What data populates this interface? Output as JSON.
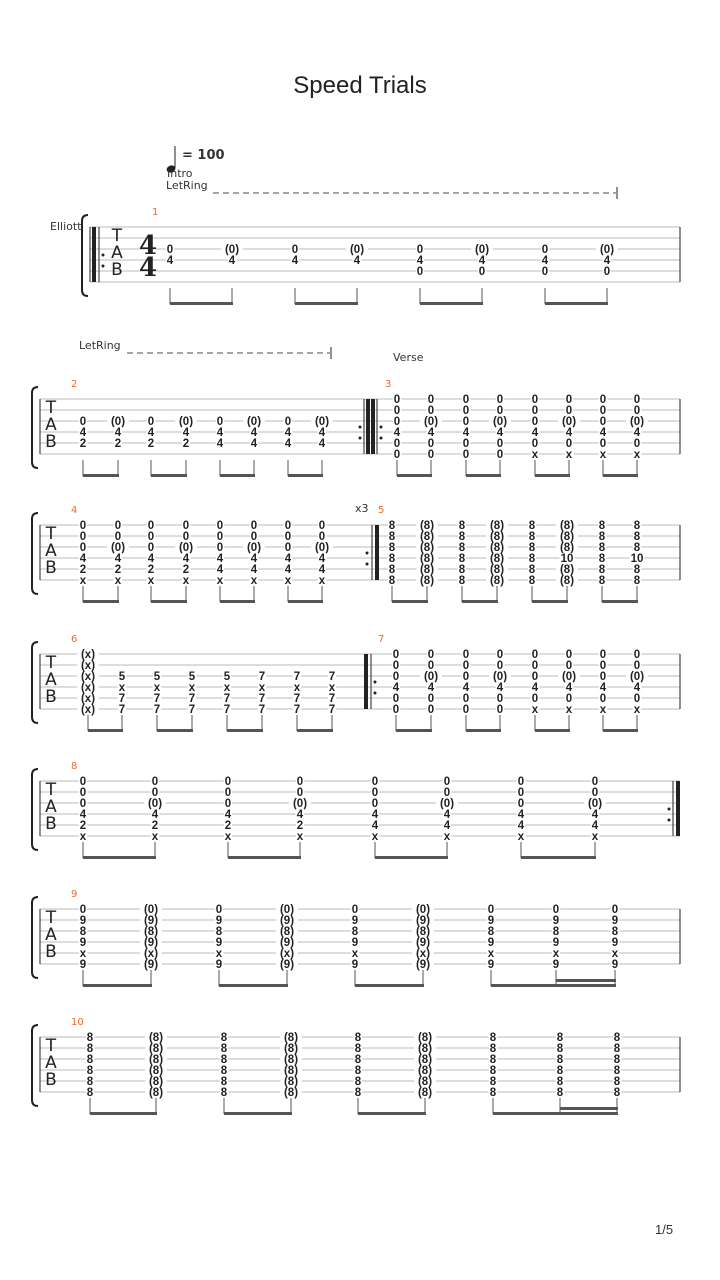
{
  "title": "Speed Trials",
  "page": "1/5",
  "track_name": "Elliott",
  "tempo": "= 100",
  "clef_letters": [
    "T",
    "A",
    "B"
  ],
  "time_signature": {
    "top": "4",
    "bottom": "4"
  },
  "sections": {
    "intro": "Intro",
    "verse": "Verse"
  },
  "let_ring_label": "LetRing",
  "repeat_count": "x3",
  "colors": {
    "measure_number": "#f06a2a",
    "staff": "#bbbbbb",
    "ink": "#222222"
  },
  "measures": [
    {
      "number": "1",
      "beams": [
        [
          0,
          1
        ],
        [
          2,
          3
        ],
        [
          4,
          5
        ],
        [
          6,
          7
        ]
      ],
      "beats": [
        [
          "",
          "",
          "0",
          "4",
          "",
          ""
        ],
        [
          "",
          "",
          "(0)",
          "4",
          "",
          ""
        ],
        [
          "",
          "",
          "0",
          "4",
          "",
          ""
        ],
        [
          "",
          "",
          "(0)",
          "4",
          "",
          ""
        ],
        [
          "",
          "",
          "0",
          "4",
          "0",
          ""
        ],
        [
          "",
          "",
          "(0)",
          "4",
          "0",
          ""
        ],
        [
          "",
          "",
          "0",
          "4",
          "0",
          ""
        ],
        [
          "",
          "",
          "(0)",
          "4",
          "0",
          ""
        ]
      ]
    },
    {
      "number": "2",
      "beams": [
        [
          0,
          1
        ],
        [
          2,
          3
        ],
        [
          4,
          5
        ],
        [
          6,
          7
        ]
      ],
      "beats": [
        [
          "",
          "",
          "0",
          "4",
          "2",
          ""
        ],
        [
          "",
          "",
          "(0)",
          "4",
          "2",
          ""
        ],
        [
          "",
          "",
          "0",
          "4",
          "2",
          ""
        ],
        [
          "",
          "",
          "(0)",
          "4",
          "2",
          ""
        ],
        [
          "",
          "",
          "0",
          "4",
          "4",
          ""
        ],
        [
          "",
          "",
          "(0)",
          "4",
          "4",
          ""
        ],
        [
          "",
          "",
          "0",
          "4",
          "4",
          ""
        ],
        [
          "",
          "",
          "(0)",
          "4",
          "4",
          ""
        ]
      ]
    },
    {
      "number": "3",
      "beams": [
        [
          0,
          1
        ],
        [
          2,
          3
        ],
        [
          4,
          5
        ],
        [
          6,
          7
        ]
      ],
      "beats": [
        [
          "0",
          "0",
          "0",
          "4",
          "0",
          "0"
        ],
        [
          "0",
          "0",
          "(0)",
          "4",
          "0",
          "0"
        ],
        [
          "0",
          "0",
          "0",
          "4",
          "0",
          "0"
        ],
        [
          "0",
          "0",
          "(0)",
          "4",
          "0",
          "0"
        ],
        [
          "0",
          "0",
          "0",
          "4",
          "0",
          "x"
        ],
        [
          "0",
          "0",
          "(0)",
          "4",
          "0",
          "x"
        ],
        [
          "0",
          "0",
          "0",
          "4",
          "0",
          "x"
        ],
        [
          "0",
          "0",
          "(0)",
          "4",
          "0",
          "x"
        ]
      ]
    },
    {
      "number": "4",
      "beams": [
        [
          0,
          1
        ],
        [
          2,
          3
        ],
        [
          4,
          5
        ],
        [
          6,
          7
        ]
      ],
      "beats": [
        [
          "0",
          "0",
          "0",
          "4",
          "2",
          "x"
        ],
        [
          "0",
          "0",
          "(0)",
          "4",
          "2",
          "x"
        ],
        [
          "0",
          "0",
          "0",
          "4",
          "2",
          "x"
        ],
        [
          "0",
          "0",
          "(0)",
          "4",
          "2",
          "x"
        ],
        [
          "0",
          "0",
          "0",
          "4",
          "4",
          "x"
        ],
        [
          "0",
          "0",
          "(0)",
          "4",
          "4",
          "x"
        ],
        [
          "0",
          "0",
          "0",
          "4",
          "4",
          "x"
        ],
        [
          "0",
          "0",
          "(0)",
          "4",
          "4",
          "x"
        ]
      ]
    },
    {
      "number": "5",
      "beams": [
        [
          0,
          1
        ],
        [
          2,
          3
        ],
        [
          4,
          5
        ],
        [
          6,
          7
        ]
      ],
      "beats": [
        [
          "8",
          "8",
          "8",
          "8",
          "8",
          "8"
        ],
        [
          "(8)",
          "(8)",
          "(8)",
          "(8)",
          "(8)",
          "(8)"
        ],
        [
          "8",
          "8",
          "8",
          "8",
          "8",
          "8"
        ],
        [
          "(8)",
          "(8)",
          "(8)",
          "(8)",
          "(8)",
          "(8)"
        ],
        [
          "8",
          "8",
          "8",
          "8",
          "8",
          "8"
        ],
        [
          "(8)",
          "(8)",
          "(8)",
          "10",
          "(8)",
          "(8)"
        ],
        [
          "8",
          "8",
          "8",
          "8",
          "8",
          "8"
        ],
        [
          "8",
          "8",
          "8",
          "10",
          "8",
          "8"
        ]
      ]
    },
    {
      "number": "6",
      "beams": [
        [
          0,
          1
        ],
        [
          2,
          3
        ],
        [
          4,
          5
        ],
        [
          6,
          7
        ]
      ],
      "beats": [
        [
          "(x)",
          "(x)",
          "(x)",
          "(x)",
          "(x)",
          "(x)"
        ],
        [
          "",
          "",
          "5",
          "x",
          "7",
          "7"
        ],
        [
          "",
          "",
          "5",
          "x",
          "7",
          "7"
        ],
        [
          "",
          "",
          "5",
          "x",
          "7",
          "7"
        ],
        [
          "",
          "",
          "5",
          "x",
          "7",
          "7"
        ],
        [
          "",
          "",
          "7",
          "x",
          "7",
          "7"
        ],
        [
          "",
          "",
          "7",
          "x",
          "7",
          "7"
        ],
        [
          "",
          "",
          "7",
          "x",
          "7",
          "7"
        ]
      ]
    },
    {
      "number": "7",
      "beams": [
        [
          0,
          1
        ],
        [
          2,
          3
        ],
        [
          4,
          5
        ],
        [
          6,
          7
        ]
      ],
      "beats": [
        [
          "0",
          "0",
          "0",
          "4",
          "0",
          "0"
        ],
        [
          "0",
          "0",
          "(0)",
          "4",
          "0",
          "0"
        ],
        [
          "0",
          "0",
          "0",
          "4",
          "0",
          "0"
        ],
        [
          "0",
          "0",
          "(0)",
          "4",
          "0",
          "0"
        ],
        [
          "0",
          "0",
          "0",
          "4",
          "0",
          "x"
        ],
        [
          "0",
          "0",
          "(0)",
          "4",
          "0",
          "x"
        ],
        [
          "0",
          "0",
          "0",
          "4",
          "0",
          "x"
        ],
        [
          "0",
          "0",
          "(0)",
          "4",
          "0",
          "x"
        ]
      ]
    },
    {
      "number": "8",
      "beams": [
        [
          0,
          1
        ],
        [
          2,
          3
        ],
        [
          4,
          5
        ],
        [
          6,
          7
        ]
      ],
      "beats": [
        [
          "0",
          "0",
          "0",
          "4",
          "2",
          "x"
        ],
        [
          "0",
          "0",
          "(0)",
          "4",
          "2",
          "x"
        ],
        [
          "0",
          "0",
          "0",
          "4",
          "2",
          "x"
        ],
        [
          "0",
          "0",
          "(0)",
          "4",
          "2",
          "x"
        ],
        [
          "0",
          "0",
          "0",
          "4",
          "4",
          "x"
        ],
        [
          "0",
          "0",
          "(0)",
          "4",
          "4",
          "x"
        ],
        [
          "0",
          "0",
          "0",
          "4",
          "4",
          "x"
        ],
        [
          "0",
          "0",
          "(0)",
          "4",
          "4",
          "x"
        ]
      ]
    },
    {
      "number": "9",
      "beams": [
        [
          0,
          1
        ],
        [
          2,
          3
        ],
        [
          4,
          5
        ],
        [
          6,
          7,
          8
        ]
      ],
      "sixteenth_beam": [
        7,
        8
      ],
      "beats": [
        [
          "0",
          "9",
          "8",
          "9",
          "x",
          "9"
        ],
        [
          "(0)",
          "(9)",
          "(8)",
          "(9)",
          "(x)",
          "(9)"
        ],
        [
          "0",
          "9",
          "8",
          "9",
          "x",
          "9"
        ],
        [
          "(0)",
          "(9)",
          "(8)",
          "(9)",
          "(x)",
          "(9)"
        ],
        [
          "0",
          "9",
          "8",
          "9",
          "x",
          "9"
        ],
        [
          "(0)",
          "(9)",
          "(8)",
          "(9)",
          "(x)",
          "(9)"
        ],
        [
          "0",
          "9",
          "8",
          "9",
          "x",
          "9"
        ],
        [
          "0",
          "9",
          "8",
          "9",
          "x",
          "9"
        ],
        [
          "0",
          "9",
          "8",
          "9",
          "x",
          "9"
        ]
      ]
    },
    {
      "number": "10",
      "beams": [
        [
          0,
          1
        ],
        [
          2,
          3
        ],
        [
          4,
          5
        ],
        [
          6,
          7,
          8
        ]
      ],
      "sixteenth_beam": [
        7,
        8
      ],
      "beats": [
        [
          "8",
          "8",
          "8",
          "8",
          "8",
          "8"
        ],
        [
          "(8)",
          "(8)",
          "(8)",
          "(8)",
          "(8)",
          "(8)"
        ],
        [
          "8",
          "8",
          "8",
          "8",
          "8",
          "8"
        ],
        [
          "(8)",
          "(8)",
          "(8)",
          "(8)",
          "(8)",
          "(8)"
        ],
        [
          "8",
          "8",
          "8",
          "8",
          "8",
          "8"
        ],
        [
          "(8)",
          "(8)",
          "(8)",
          "(8)",
          "(8)",
          "(8)"
        ],
        [
          "8",
          "8",
          "8",
          "8",
          "8",
          "8"
        ],
        [
          "8",
          "8",
          "8",
          "8",
          "8",
          "8"
        ],
        [
          "8",
          "8",
          "8",
          "8",
          "8",
          "8"
        ]
      ]
    }
  ]
}
